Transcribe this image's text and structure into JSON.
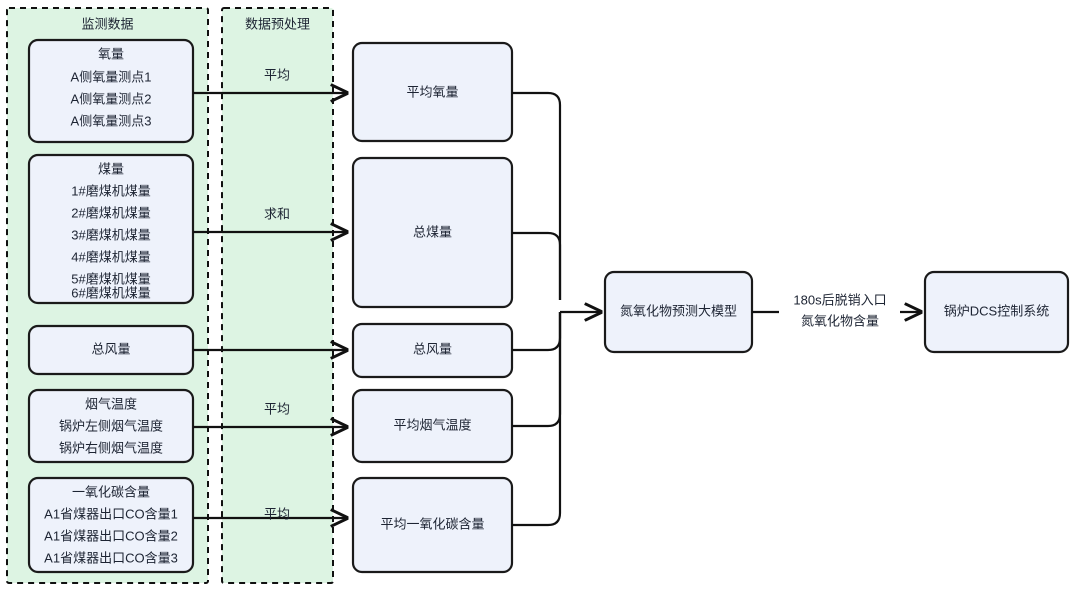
{
  "diagram": {
    "groups": [
      {
        "id": "monitoring",
        "title": "监测数据"
      },
      {
        "id": "preprocess",
        "title": "数据预处理"
      }
    ],
    "sources": [
      {
        "id": "oxygen",
        "title": "氧量",
        "items": [
          "A侧氧量测点1",
          "A侧氧量测点2",
          "A侧氧量测点3"
        ]
      },
      {
        "id": "coal",
        "title": "煤量",
        "items": [
          "1#磨煤机煤量",
          "2#磨煤机煤量",
          "3#磨煤机煤量",
          "4#磨煤机煤量",
          "5#磨煤机煤量",
          "6#磨煤机煤量"
        ]
      },
      {
        "id": "air",
        "title": "总风量",
        "items": []
      },
      {
        "id": "fluegas-temp",
        "title": "烟气温度",
        "items": [
          "锅炉左侧烟气温度",
          "锅炉右侧烟气温度"
        ]
      },
      {
        "id": "co",
        "title": "一氧化碳含量",
        "items": [
          "A1省煤器出口CO含量1",
          "A1省煤器出口CO含量2",
          "A1省煤器出口CO含量3"
        ]
      }
    ],
    "operations": [
      {
        "id": "op-oxygen",
        "label": "平均"
      },
      {
        "id": "op-coal",
        "label": "求和"
      },
      {
        "id": "op-air",
        "label": ""
      },
      {
        "id": "op-fluegas-temp",
        "label": "平均"
      },
      {
        "id": "op-co",
        "label": "平均"
      }
    ],
    "processed": [
      {
        "id": "avg-oxygen",
        "label": "平均氧量"
      },
      {
        "id": "total-coal",
        "label": "总煤量"
      },
      {
        "id": "total-air",
        "label": "总风量"
      },
      {
        "id": "avg-fluegas-temp",
        "label": "平均烟气温度"
      },
      {
        "id": "avg-co",
        "label": "平均一氧化碳含量"
      }
    ],
    "model": {
      "id": "nox-model",
      "label": "氮氧化物预测大模型"
    },
    "output_edge": {
      "line1": "180s后脱销入口",
      "line2": "氮氧化物含量"
    },
    "controller": {
      "id": "dcs",
      "label": "锅炉DCS控制系统"
    }
  },
  "colors": {
    "panel_fill": "#ddf4e3",
    "panel_stroke": "#111111",
    "node_fill": "#eef2fb",
    "node_stroke": "#1a1a1a",
    "text": "#1d2433",
    "background": "#ffffff"
  }
}
